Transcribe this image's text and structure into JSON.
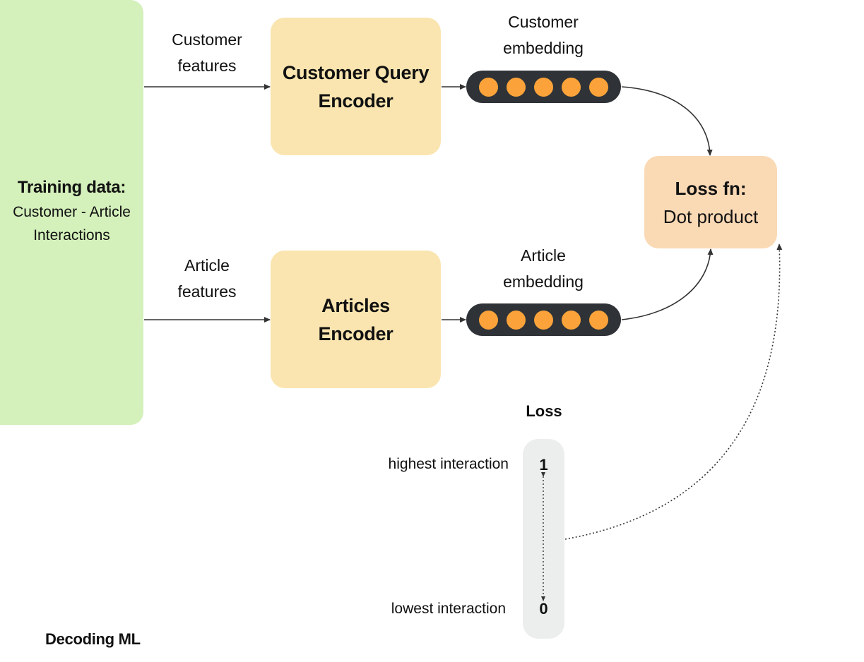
{
  "training": {
    "title": "Training data:",
    "line1": "Customer - Article",
    "line2": "Interactions"
  },
  "customer_branch": {
    "features_line1": "Customer",
    "features_line2": "features",
    "encoder_line1": "Customer Query",
    "encoder_line2": "Encoder",
    "embedding_line1": "Customer",
    "embedding_line2": "embedding"
  },
  "article_branch": {
    "features_line1": "Article",
    "features_line2": "features",
    "encoder_line1": "Articles",
    "encoder_line2": "Encoder",
    "embedding_line1": "Article",
    "embedding_line2": "embedding"
  },
  "loss_fn": {
    "title": "Loss fn:",
    "subtitle": "Dot product"
  },
  "loss_scale": {
    "title": "Loss",
    "top_value": "1",
    "bottom_value": "0",
    "top_label": "highest interaction",
    "bottom_label": "lowest interaction"
  },
  "brand": "Decoding ML",
  "colors": {
    "training_bg": "#d4f0bb",
    "encoder_bg": "#fae5b0",
    "lossfn_bg": "#fad9b5",
    "pill_bg": "#2f3337",
    "dot": "#fba33a",
    "scale_bg": "#eceeed"
  }
}
